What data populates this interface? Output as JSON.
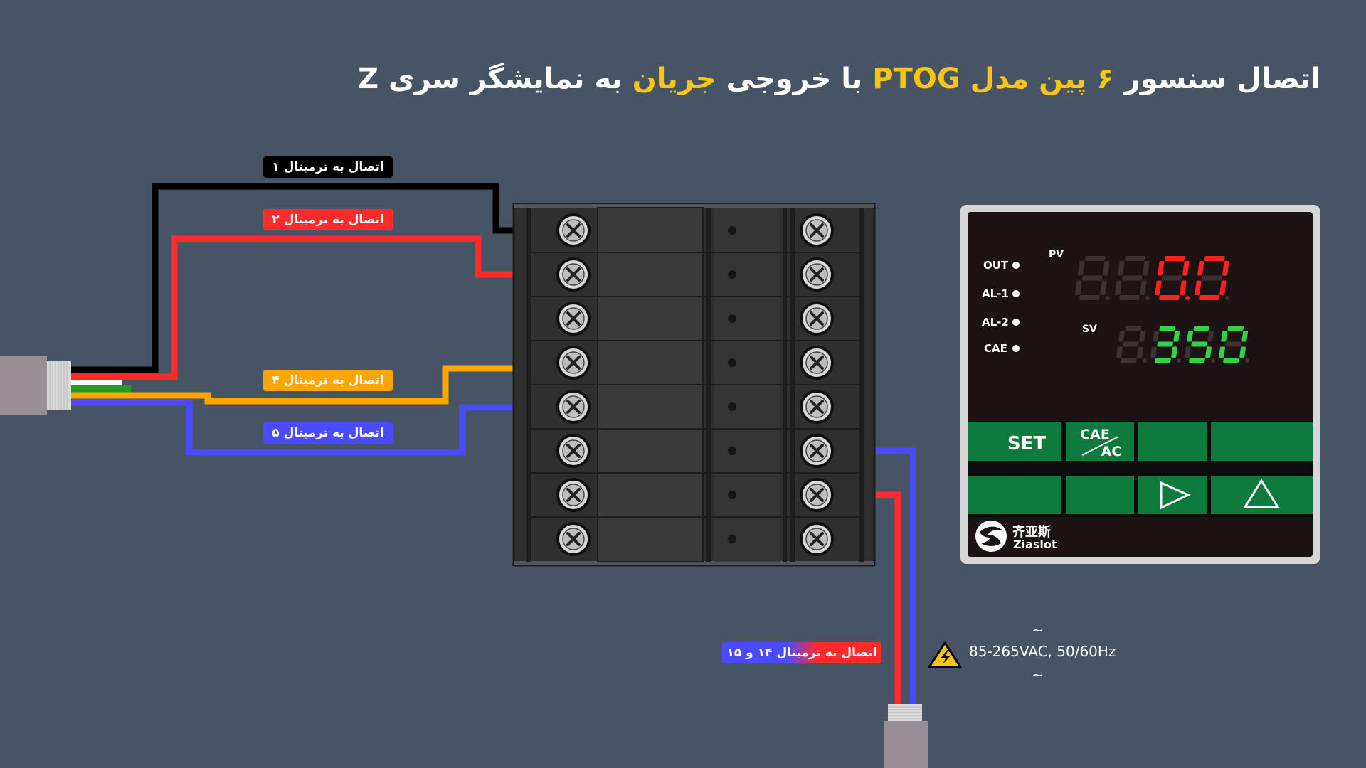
{
  "title": {
    "part1": "اتصال سنسور ",
    "part2": "۶ پین مدل PTOG",
    "part3": " با خروجی ",
    "part4": "جریان",
    "part5": " به نمایشگر سری Z"
  },
  "labels": {
    "terminal1": "اتصال به ترمینال ۱",
    "terminal2": "اتصال به ترمینال ۲",
    "terminal4": "اتصال به ترمینال ۴",
    "terminal5": "اتصال به ترمینال ۵",
    "terminal14_15": "اتصال به ترمینال ۱۴ و ۱۵"
  },
  "power": {
    "spec": "85-265VAC, 50/60Hz",
    "tilde": "~"
  },
  "display": {
    "indicators": [
      "OUT",
      "AL-1",
      "AL-2",
      "CAE"
    ],
    "pv_label": "PV",
    "sv_label": "SV",
    "pv_value": "0.0",
    "sv_value": "350",
    "buttons": {
      "set": "SET",
      "cae": "CAE",
      "ac": "AC"
    },
    "brand_cn": "齐亚斯",
    "brand_en": "Ziaslot"
  },
  "colors": {
    "background": "#465466",
    "highlight": "#f7c512",
    "wire_black": "#000000",
    "wire_red": "#ff2b2b",
    "wire_orange": "#ffa500",
    "wire_blue": "#4a4aff",
    "wire_green": "#1aa01a",
    "pv_red": "#ff2020",
    "sv_green": "#33d14a",
    "button_green": "#0f7a3e"
  }
}
